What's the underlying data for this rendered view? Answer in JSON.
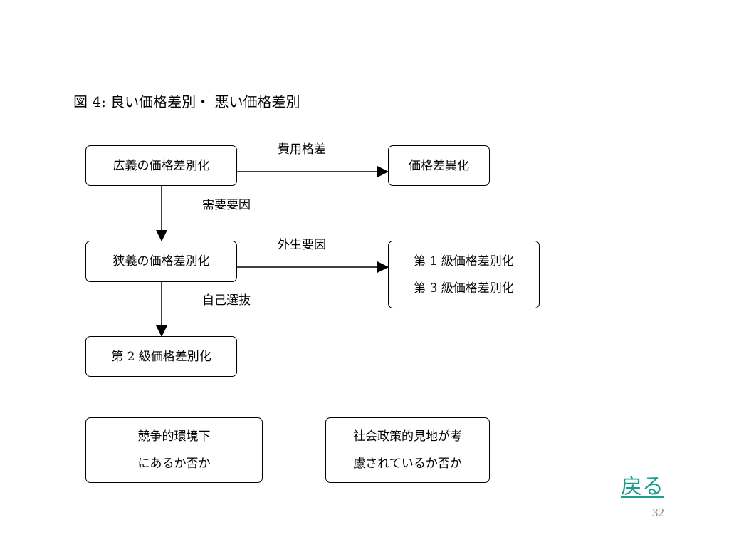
{
  "slide": {
    "title": "図 4:  良い価格差別・ 悪い価格差別",
    "page_number": "32",
    "back_link": "戻る"
  },
  "diagram": {
    "boxes": {
      "broad": "広義の価格差別化",
      "price_diff": "価格差異化",
      "narrow": "狭義の価格差別化",
      "first_third": [
        "第 1 級価格差別化",
        "第 3 級価格差別化"
      ],
      "second": "第 2 級価格差別化",
      "competition": [
        "競争的環境下",
        "にあるか否か"
      ],
      "social": [
        "社会政策的見地が考",
        "慮されているか否か"
      ]
    },
    "edges": {
      "cost_difference": "費用格差",
      "demand_factor": "需要要因",
      "external_factor": "外生要因",
      "self_selection": "自己選抜"
    }
  }
}
